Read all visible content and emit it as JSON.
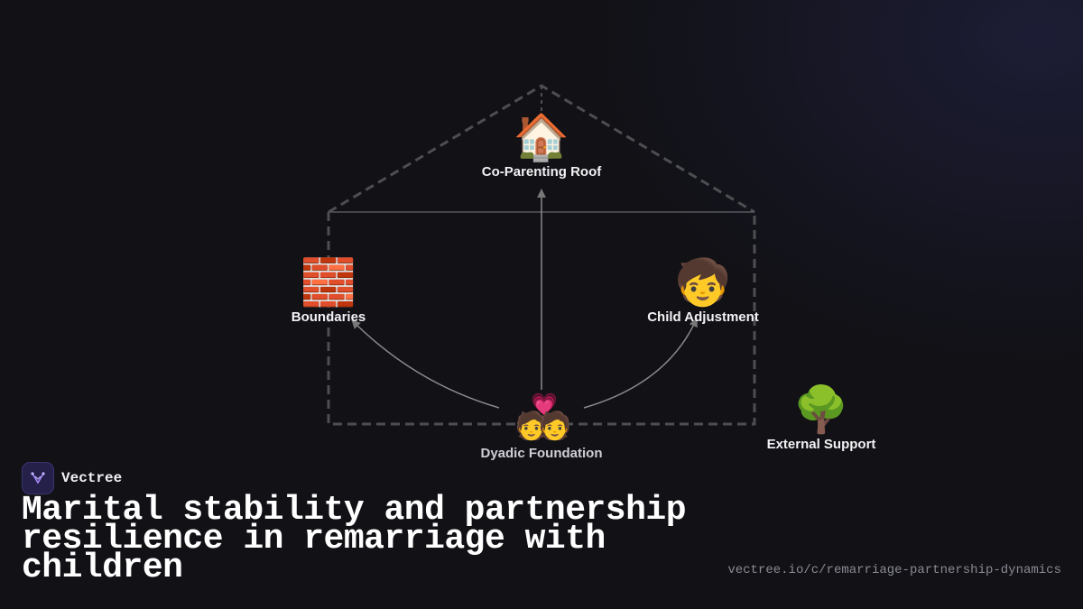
{
  "diagram": {
    "nodes": [
      {
        "id": "roof",
        "icon": "house-icon",
        "glyph": "🏠",
        "label": "Co-Parenting Roof"
      },
      {
        "id": "boundaries",
        "icon": "brick-wall-icon",
        "glyph": "🧱",
        "label": "Boundaries"
      },
      {
        "id": "child",
        "icon": "child-icon",
        "glyph": "🧒",
        "label": "Child Adjustment"
      },
      {
        "id": "foundation",
        "icon": "couple-with-heart-icon",
        "glyph": "💑",
        "label": "Dyadic Foundation"
      },
      {
        "id": "support",
        "icon": "tree-icon",
        "glyph": "🌳",
        "label": "External Support"
      }
    ],
    "edges": [
      {
        "from": "foundation",
        "to": "roof"
      },
      {
        "from": "foundation",
        "to": "boundaries"
      },
      {
        "from": "foundation",
        "to": "child"
      }
    ]
  },
  "brand": {
    "name": "Vectree",
    "logo_icon": "vectree-logo-icon",
    "accent": "#8b5cf6"
  },
  "title": "Marital stability and partnership resilience in remarriage with children",
  "url": "vectree.io/c/remarriage-partnership-dynamics",
  "colors": {
    "background": "#111116",
    "outline": "#555555",
    "arrow": "#8a8a8a"
  }
}
